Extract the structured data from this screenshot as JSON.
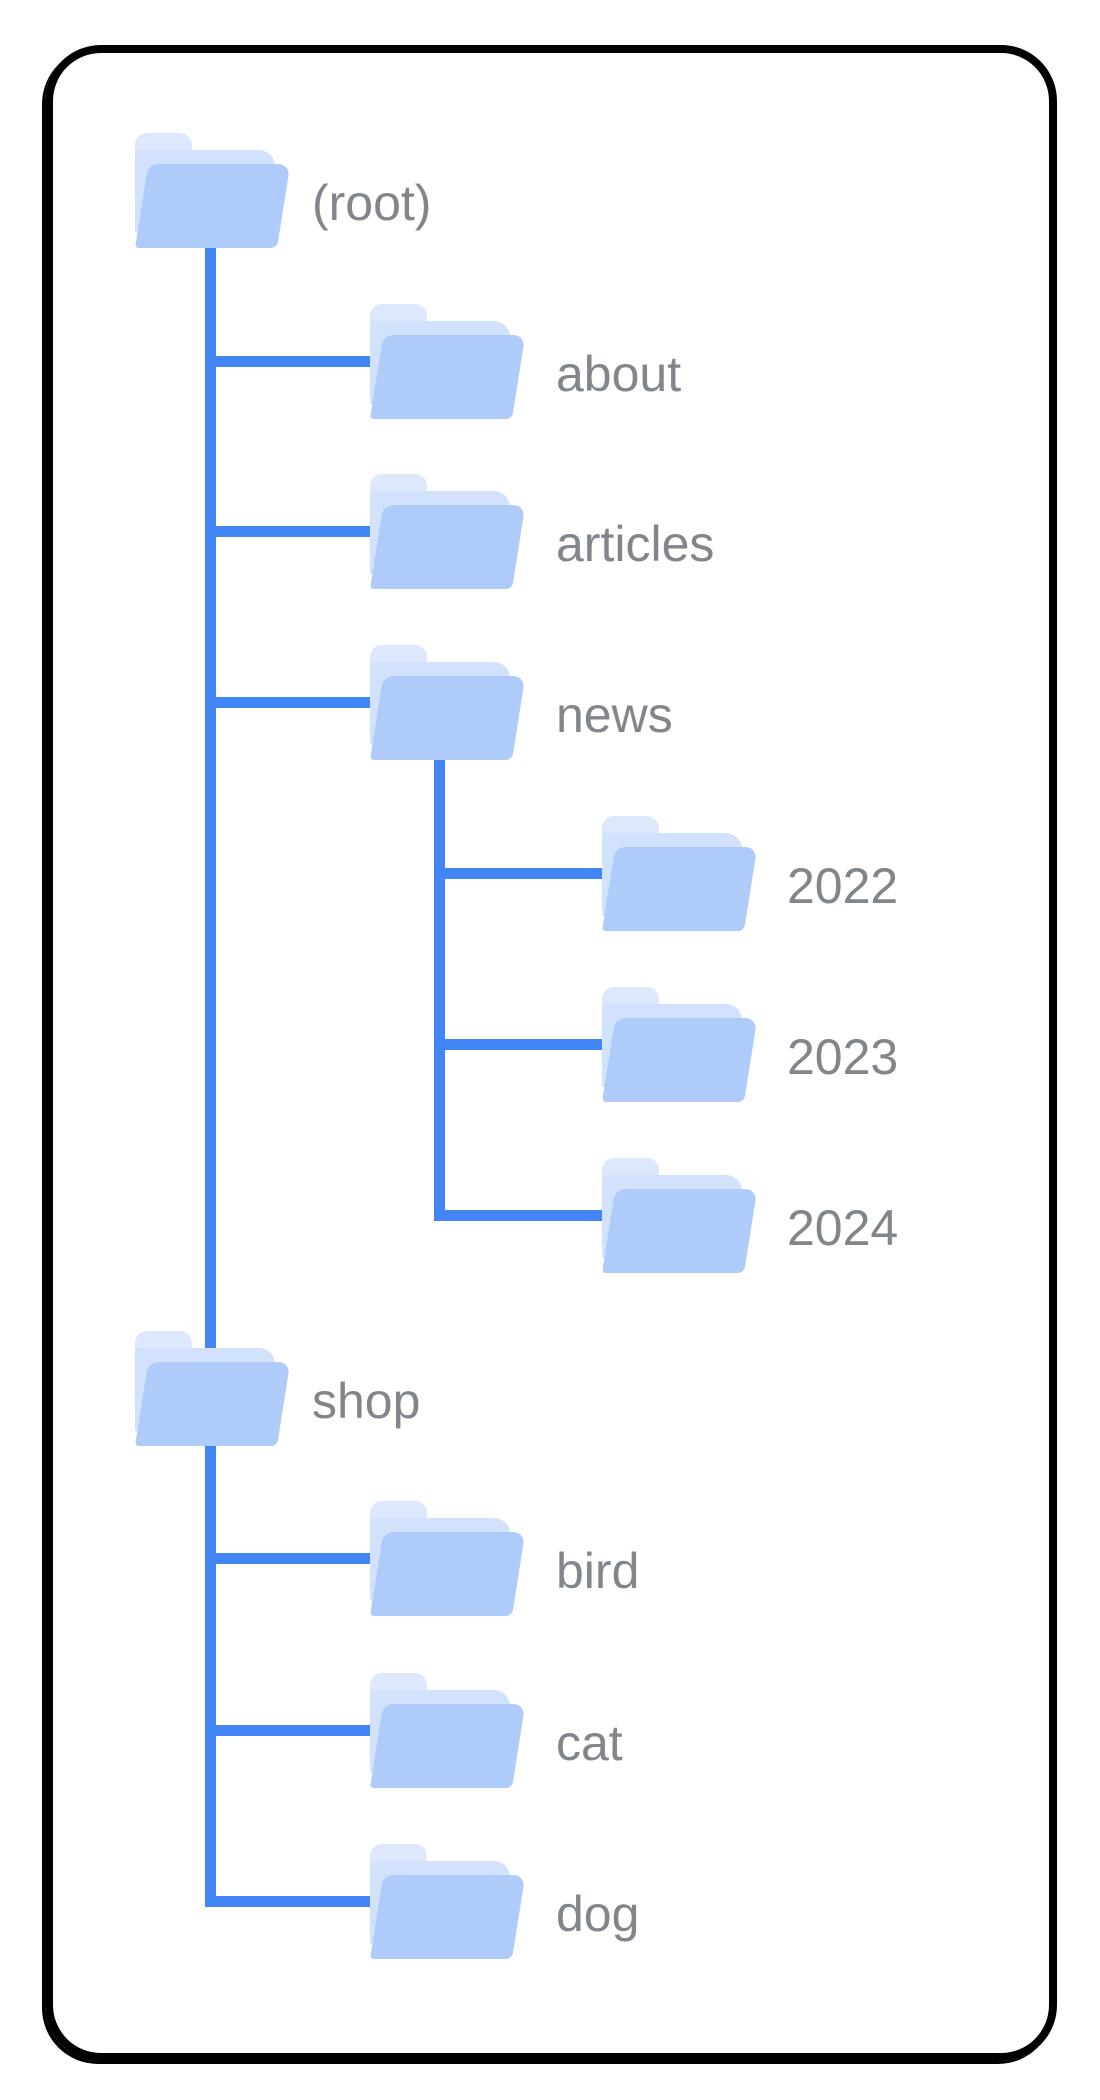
{
  "diagram": {
    "kind": "sitemap-folder-tree",
    "colors": {
      "connector_line": "#4285f4",
      "folder_front": "#aecbfa",
      "folder_back_sheet": "#d3e2fc",
      "folder_tab": "#dde8fd",
      "label_text": "#80868b",
      "frame_border": "#000000",
      "background": "#ffffff"
    },
    "tree": {
      "label": "(root)",
      "children": [
        {
          "label": "about"
        },
        {
          "label": "articles"
        },
        {
          "label": "news",
          "children": [
            {
              "label": "2022"
            },
            {
              "label": "2023"
            },
            {
              "label": "2024"
            }
          ]
        },
        {
          "label": "shop",
          "children": [
            {
              "label": "bird"
            },
            {
              "label": "cat"
            },
            {
              "label": "dog"
            }
          ]
        }
      ]
    }
  }
}
